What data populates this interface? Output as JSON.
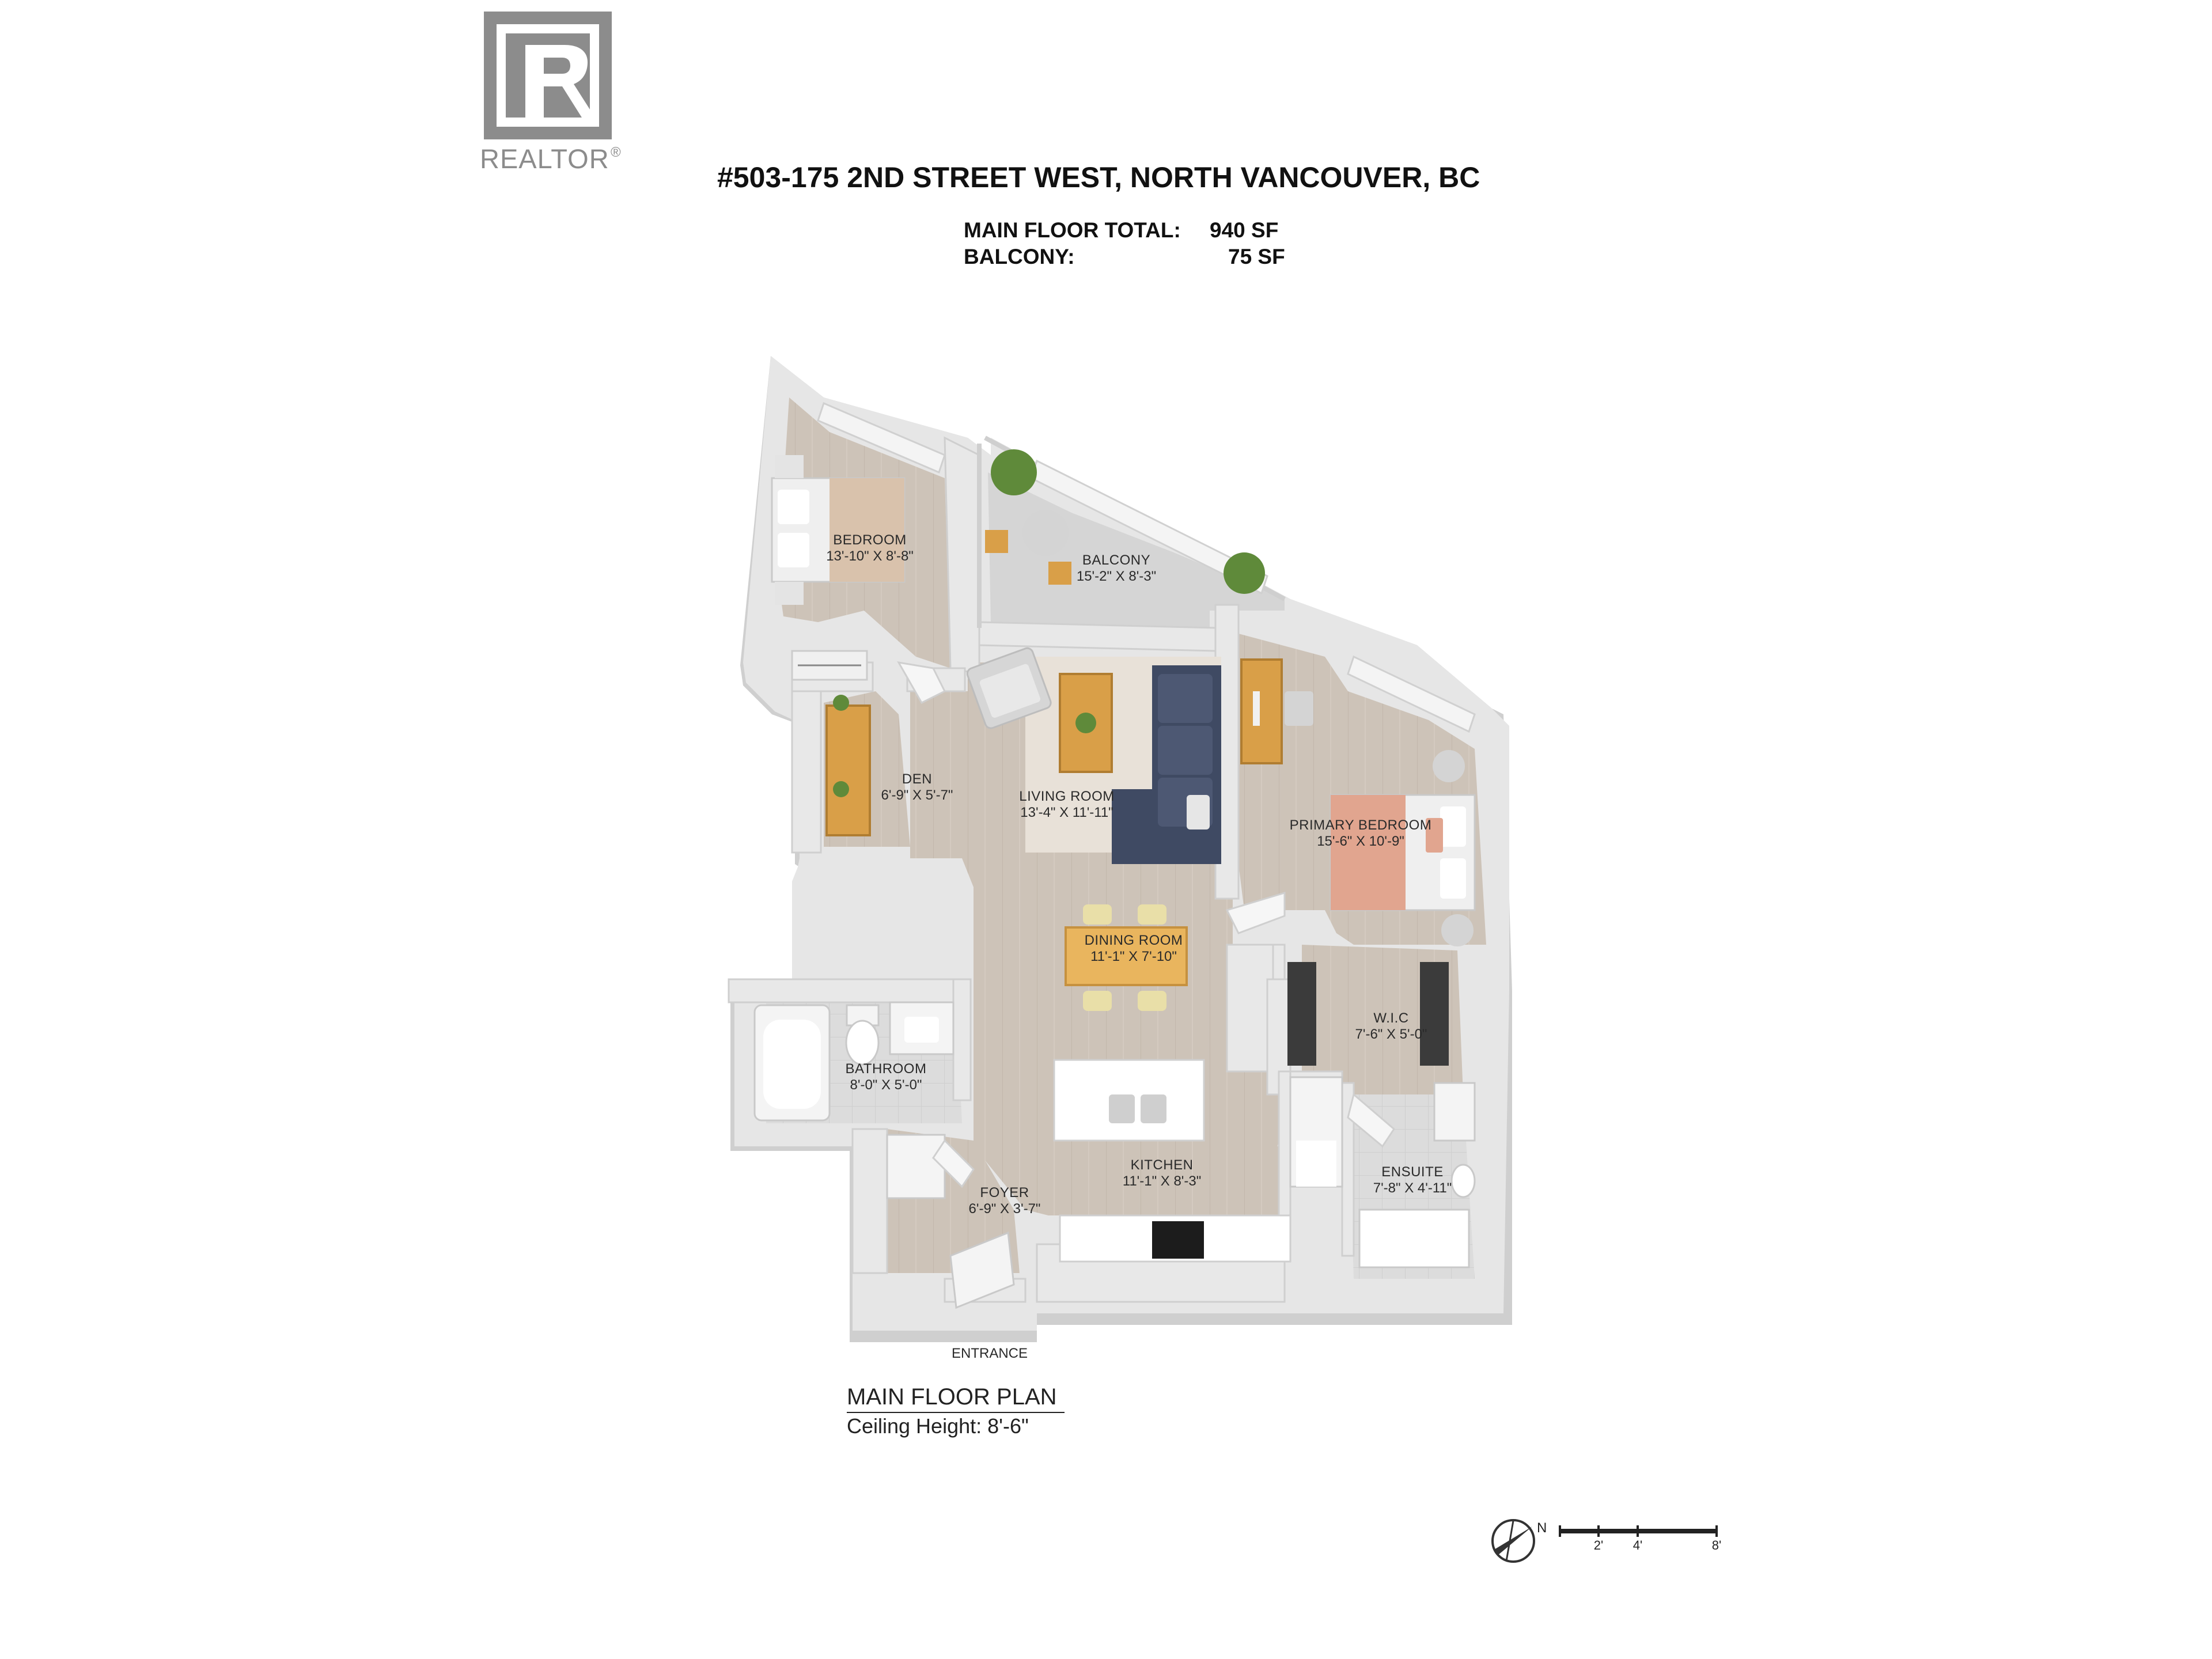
{
  "logo": {
    "icon": "realtor-r-logo",
    "text": "REALTOR",
    "mark": "®"
  },
  "header": {
    "address": "#503-175 2ND STREET WEST, NORTH VANCOUVER, BC",
    "main_floor_label": "MAIN FLOOR TOTAL:",
    "main_floor_value": "940 SF",
    "balcony_label": "BALCONY:",
    "balcony_value": "75 SF"
  },
  "rooms": [
    {
      "key": "bedroom",
      "name": "BEDROOM",
      "dims": "13'-10\" X 8'-8\""
    },
    {
      "key": "balcony",
      "name": "BALCONY",
      "dims": "15'-2\" X 8'-3\""
    },
    {
      "key": "den",
      "name": "DEN",
      "dims": "6'-9\" X 5'-7\""
    },
    {
      "key": "living",
      "name": "LIVING ROOM",
      "dims": "13'-4\" X 11'-11\""
    },
    {
      "key": "primary",
      "name": "PRIMARY BEDROOM",
      "dims": "15'-6\" X 10'-9\""
    },
    {
      "key": "dining",
      "name": "DINING ROOM",
      "dims": "11'-1\" X 7'-10\""
    },
    {
      "key": "wic",
      "name": "W.I.C",
      "dims": "7'-6\" X 5'-0\""
    },
    {
      "key": "bathroom",
      "name": "BATHROOM",
      "dims": "8'-0\" X 5'-0\""
    },
    {
      "key": "kitchen",
      "name": "KITCHEN",
      "dims": "11'-1\" X 8'-3\""
    },
    {
      "key": "foyer",
      "name": "FOYER",
      "dims": "6'-9\" X 3'-7\""
    },
    {
      "key": "ensuite",
      "name": "ENSUITE",
      "dims": "7'-8\" X 4'-11\""
    }
  ],
  "entrance_label": "ENTRANCE",
  "plan_title": "MAIN FLOOR PLAN",
  "ceiling_height": "Ceiling Height: 8'-6\"",
  "compass": {
    "icon": "compass-north-icon",
    "label": "N"
  },
  "scale_bar": {
    "ticks": [
      "2'",
      "4'",
      "8'"
    ]
  },
  "colors": {
    "wall": "#e6e6e6",
    "wall_shadow": "#c9c9c9",
    "floor": "#cdc3b8",
    "sofa": "#3f4a63",
    "wood": "#d99f48",
    "bed_blanket": "#e1a58f",
    "plant": "#5f8a3a",
    "rug": "#e8e1d8"
  }
}
